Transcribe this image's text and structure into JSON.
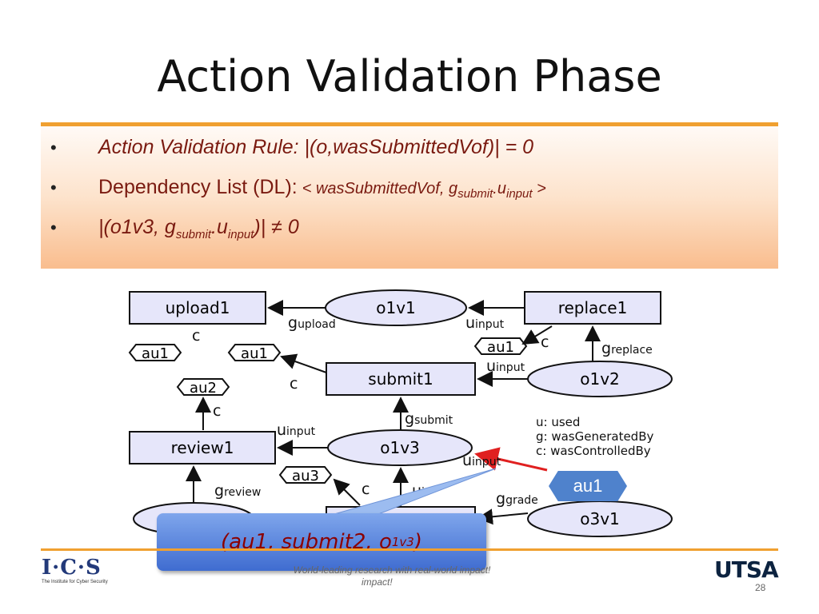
{
  "slide": {
    "title": "Action Validation Phase",
    "page_number": "28"
  },
  "bullets": {
    "b1": "Action Validation Rule: |(o,wasSubmittedVof)| = 0",
    "b2_label": "Dependency List (DL): ",
    "b2_lt": "< wasSubmittedVof, g",
    "b2_sub1": "submit",
    "b2_dot": ".u",
    "b2_sub2": "input",
    "b2_gt": " >",
    "b3_pre": "|(o1v3, g",
    "b3_sub1": "submit",
    "b3_dot": ".u",
    "b3_sub2": "input",
    "b3_post": ")| ≠ 0"
  },
  "diagram": {
    "boxes": {
      "upload1": "upload1",
      "replace1": "replace1",
      "submit1": "submit1",
      "review1": "review1"
    },
    "ellipses": {
      "o1v1": "o1v1",
      "o1v2": "o1v2",
      "o1v3": "o1v3",
      "o3v1": "o3v1"
    },
    "agents": {
      "au1_a": "au1",
      "au1_b": "au1",
      "au1_c": "au1",
      "au2": "au2",
      "au3": "au3"
    },
    "labels": {
      "g_upload": "upload",
      "g_replace": "replace",
      "g_submit": "submit",
      "g_review": "review",
      "g_grade": "grade",
      "u_input1": "input",
      "u_input2": "input",
      "u_input3": "input",
      "u_input4": "input",
      "c": "c"
    },
    "legend": {
      "l1": "u: used",
      "l2": "g: wasGeneratedBy",
      "l3": "c: wasControlledBy"
    }
  },
  "callout": {
    "pre": "(au1, submit2, o",
    "sub": "1v3",
    "post": ")"
  },
  "au1_tag": "au1",
  "footer": {
    "ics": "I·C·S",
    "ics_sub": "The Institute for Cyber Security",
    "tagline": "World-leading research with real-world impact!",
    "tagline2": "impact!",
    "utsa": "UTSA"
  },
  "colors": {
    "accent": "#f0a030",
    "callout": "#4f82cc",
    "box_fill": "#e6e6fa"
  }
}
